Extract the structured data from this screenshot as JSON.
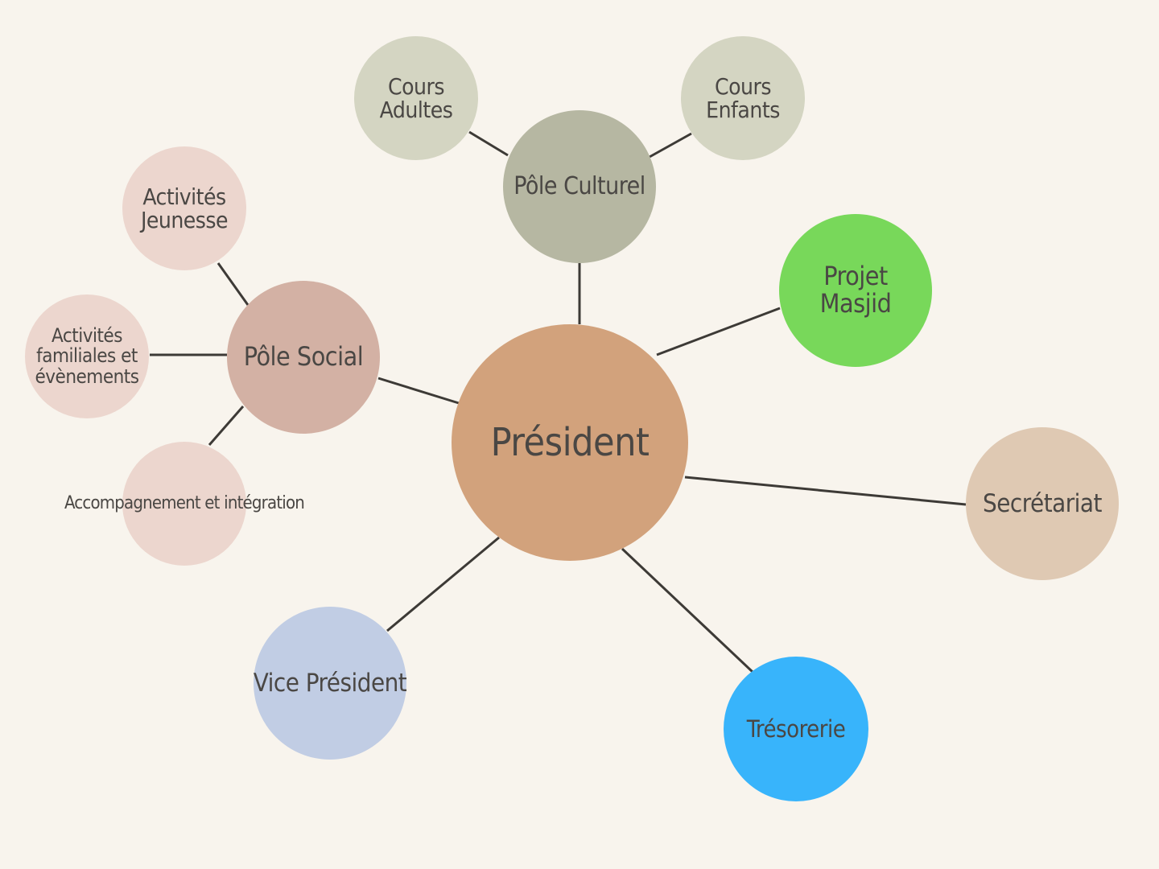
{
  "nodes": {
    "president": {
      "label": "Président",
      "color": "#d2a27c"
    },
    "pole_culturel": {
      "label": "Pôle Culturel",
      "color": "#b6b7a2"
    },
    "cours_adultes": {
      "label": "Cours Adultes",
      "color": "#d4d5c2"
    },
    "cours_enfants": {
      "label": "Cours Enfants",
      "color": "#d4d5c2"
    },
    "projet_masjid": {
      "label": "Projet Masjid",
      "color": "#78d85a"
    },
    "pole_social": {
      "label": "Pôle Social",
      "color": "#d3b1a4"
    },
    "activites_jeunesse": {
      "label": "Activités Jeunesse",
      "color": "#ecd6ce"
    },
    "activites_familiales": {
      "label": "Activités familiales et évènements",
      "color": "#ecd6ce"
    },
    "accompagnement": {
      "label": "Accompagnement et intégration",
      "color": "#ecd6ce"
    },
    "secretariat": {
      "label": "Secrétariat",
      "color": "#dfc9b3"
    },
    "vice_president": {
      "label": "Vice Président",
      "color": "#c1cde4"
    },
    "tresorerie": {
      "label": "Trésorerie",
      "color": "#38b4fb"
    }
  },
  "edges": [
    [
      "president",
      "pole_culturel"
    ],
    [
      "president",
      "projet_masjid"
    ],
    [
      "president",
      "pole_social"
    ],
    [
      "president",
      "secretariat"
    ],
    [
      "president",
      "vice_president"
    ],
    [
      "president",
      "tresorerie"
    ],
    [
      "pole_culturel",
      "cours_adultes"
    ],
    [
      "pole_culturel",
      "cours_enfants"
    ],
    [
      "pole_social",
      "activites_jeunesse"
    ],
    [
      "pole_social",
      "activites_familiales"
    ],
    [
      "pole_social",
      "accompagnement"
    ]
  ],
  "colors": {
    "background": "#f8f4ed",
    "connector": "#3d3a36",
    "text": "#4a4744"
  }
}
